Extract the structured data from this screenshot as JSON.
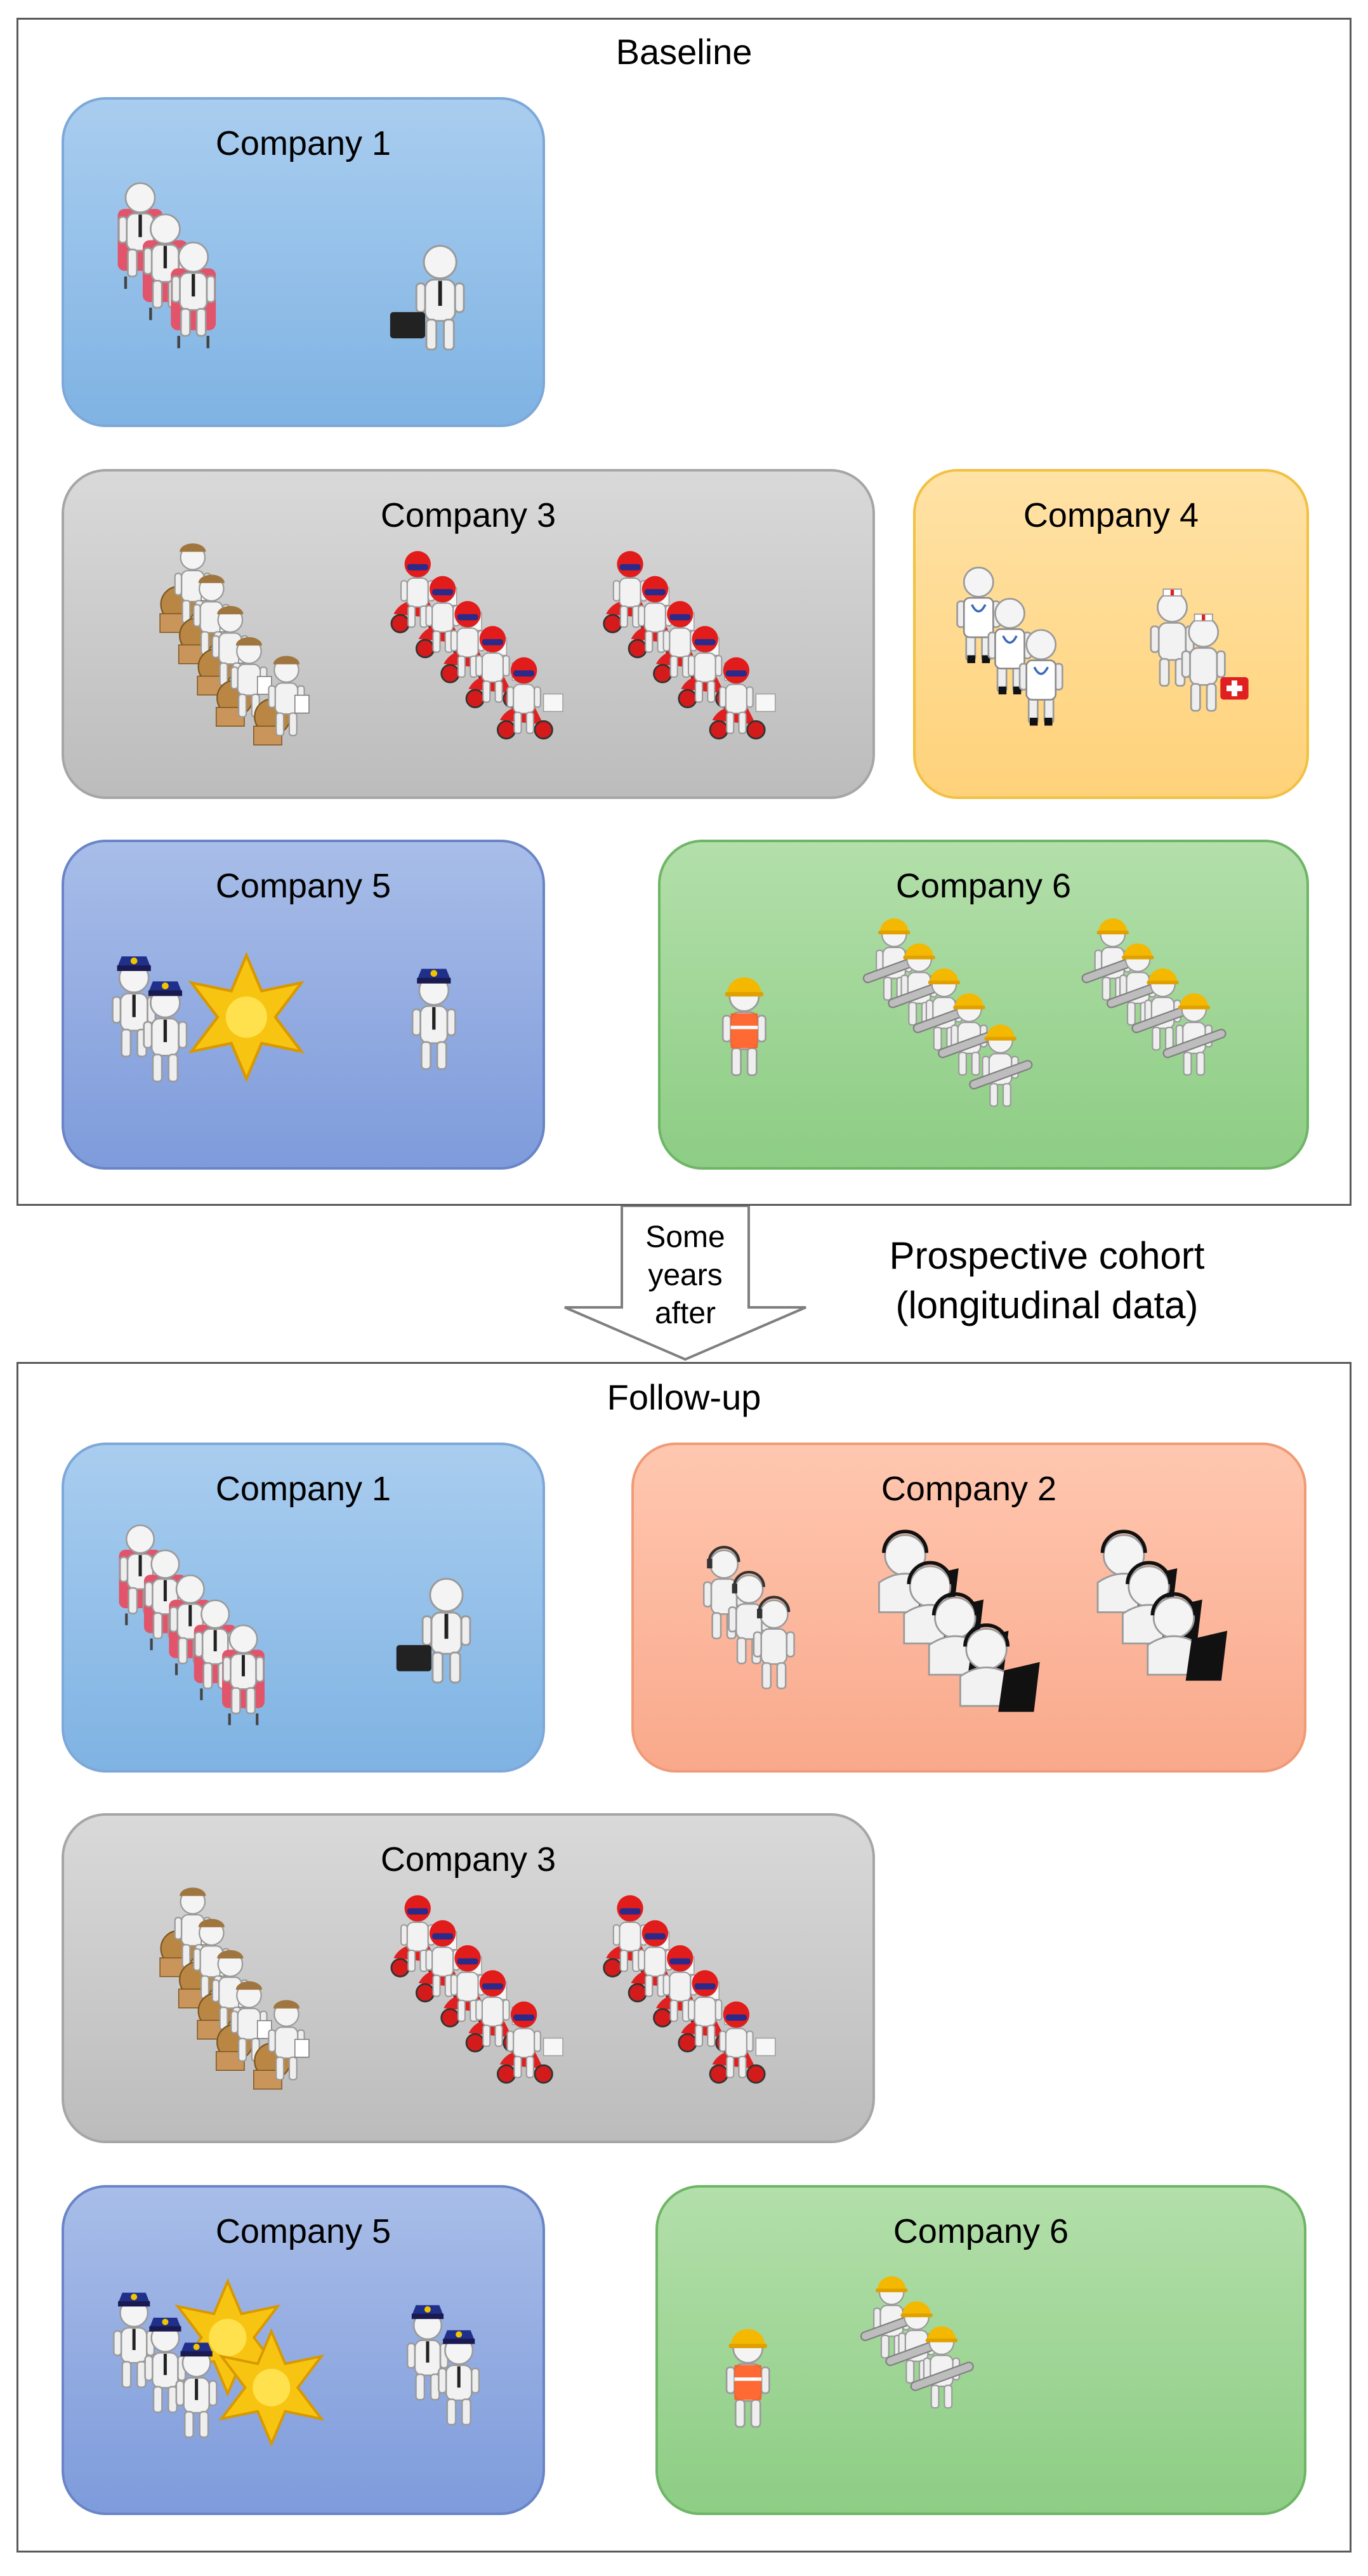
{
  "baseline": {
    "title": "Baseline",
    "companies": {
      "c1": {
        "label": "Company 1",
        "groups": [
          "office workers seated",
          "business traveller"
        ]
      },
      "c3": {
        "label": "Company 3",
        "groups": [
          "warehouse workers",
          "scooter riders",
          "scooter riders"
        ]
      },
      "c4": {
        "label": "Company 4",
        "groups": [
          "doctors",
          "nurse with first aid kit"
        ]
      },
      "c5": {
        "label": "Company 5",
        "groups": [
          "police officers with sheriff star",
          "police officer"
        ]
      },
      "c6": {
        "label": "Company 6",
        "groups": [
          "construction worker",
          "mechanics with wrenches",
          "mechanics with wrenches"
        ]
      }
    }
  },
  "transition": {
    "arrow_text_line1": "Some",
    "arrow_text_line2": "years",
    "arrow_text_line3": "after",
    "note_line1": "Prospective cohort",
    "note_line2": "(longitudinal data)"
  },
  "followup": {
    "title": "Follow-up",
    "companies": {
      "c1": {
        "label": "Company 1"
      },
      "c2": {
        "label": "Company 2"
      },
      "c3": {
        "label": "Company 3"
      },
      "c5": {
        "label": "Company 5"
      },
      "c6": {
        "label": "Company 6"
      }
    }
  },
  "colors": {
    "blue": "#9dc3e6",
    "grey": "#c9c9c9",
    "yellow": "#ffd98a",
    "indigo": "#8faadc",
    "green": "#a9d18e",
    "salmon": "#f8b195"
  }
}
